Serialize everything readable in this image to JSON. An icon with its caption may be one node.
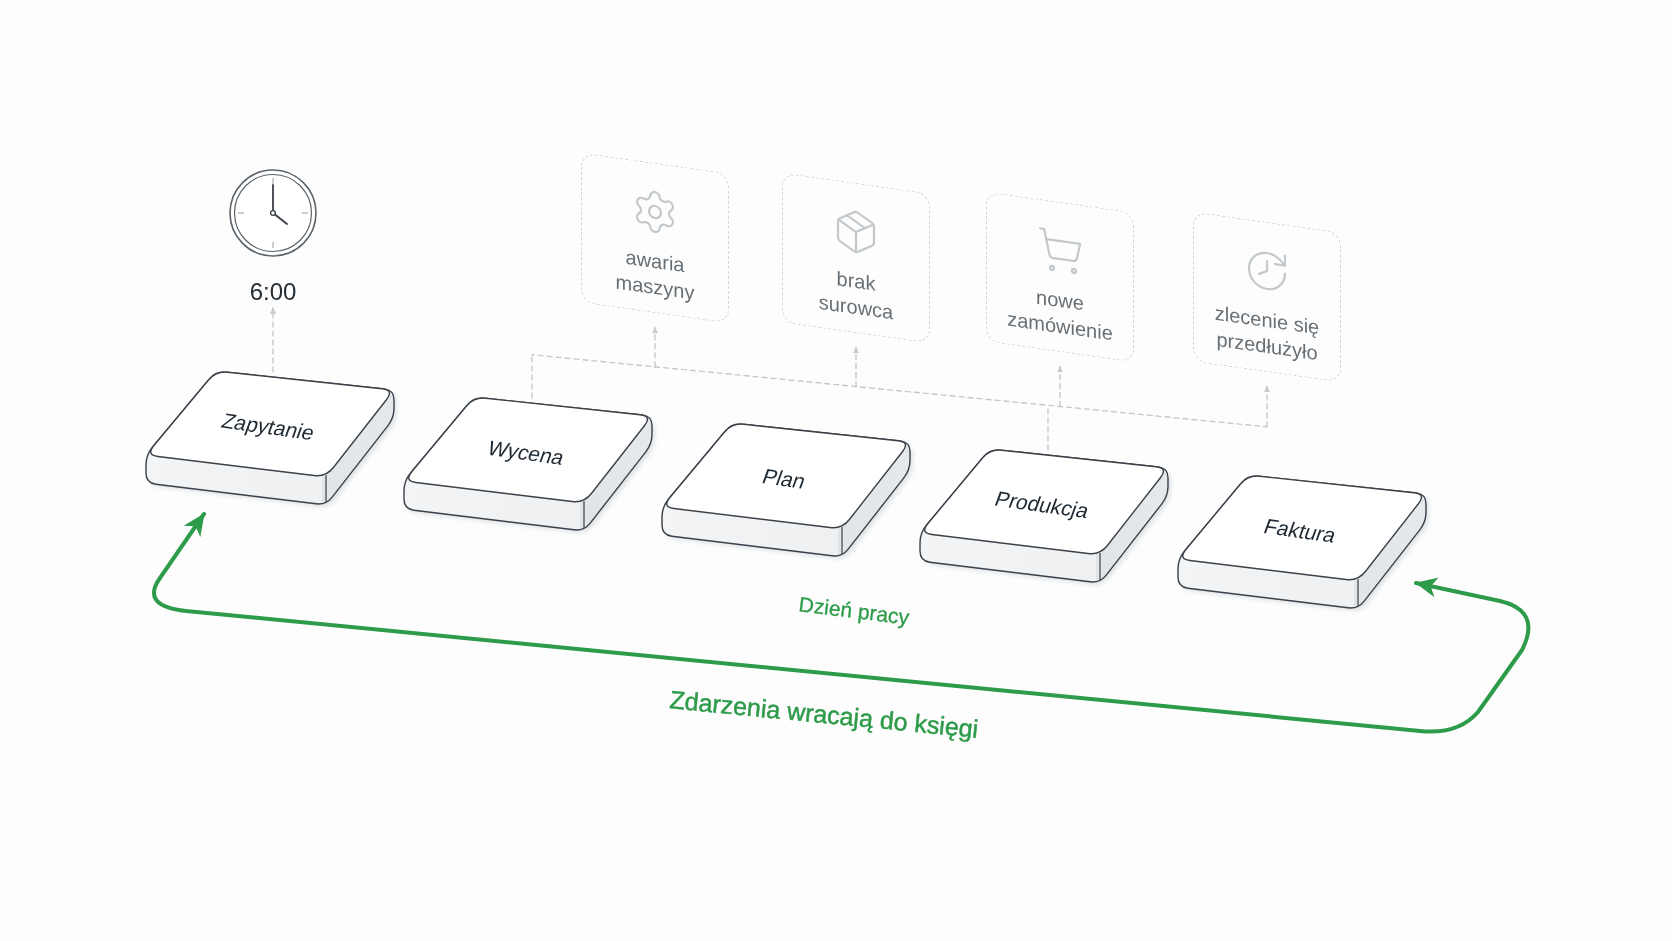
{
  "diagram": {
    "nodes": [
      {
        "text": [
          "6:00"
        ]
      },
      {
        "text": [
          "awaria maszyny"
        ]
      },
      {
        "text": [
          "brak surowca"
        ]
      },
      {
        "text": [
          "nowe zamówienie"
        ]
      },
      {
        "text": [
          "zlecenie się przedłużyło"
        ]
      },
      {
        "text": [
          "Zapytanie"
        ]
      },
      {
        "text": [
          "Wycena"
        ]
      },
      {
        "text": [
          "Plan"
        ]
      },
      {
        "text": [
          "Produkcja"
        ]
      },
      {
        "text": [
          "Faktura"
        ]
      }
    ],
    "edges": [
      {
        "from": 5,
        "to": 0,
        "arrow": "to",
        "style": "dashed"
      },
      {
        "from": 6,
        "to": 1,
        "arrow": "to",
        "style": "dashed"
      },
      {
        "from": 6,
        "to": 2,
        "arrow": "to",
        "style": "dashed"
      },
      {
        "from": 6,
        "to": 3,
        "arrow": "to",
        "style": "dashed"
      },
      {
        "from": 6,
        "to": 4,
        "arrow": "to",
        "style": "dashed"
      },
      {
        "from": 8,
        "to": 1,
        "arrow": "to",
        "style": "dashed"
      },
      {
        "from": 8,
        "to": 2,
        "arrow": "to",
        "style": "dashed"
      },
      {
        "from": 8,
        "to": 3,
        "arrow": "to",
        "style": "dashed"
      },
      {
        "from": 8,
        "to": 4,
        "arrow": "to",
        "style": "dashed"
      },
      {
        "from": 9,
        "to": 5,
        "arrow": "both",
        "style": "thick",
        "color": "#2e9b4a",
        "label": "Zdarzenia wracają do księgi"
      }
    ],
    "labels": [
      "Dzień pracy"
    ]
  }
}
